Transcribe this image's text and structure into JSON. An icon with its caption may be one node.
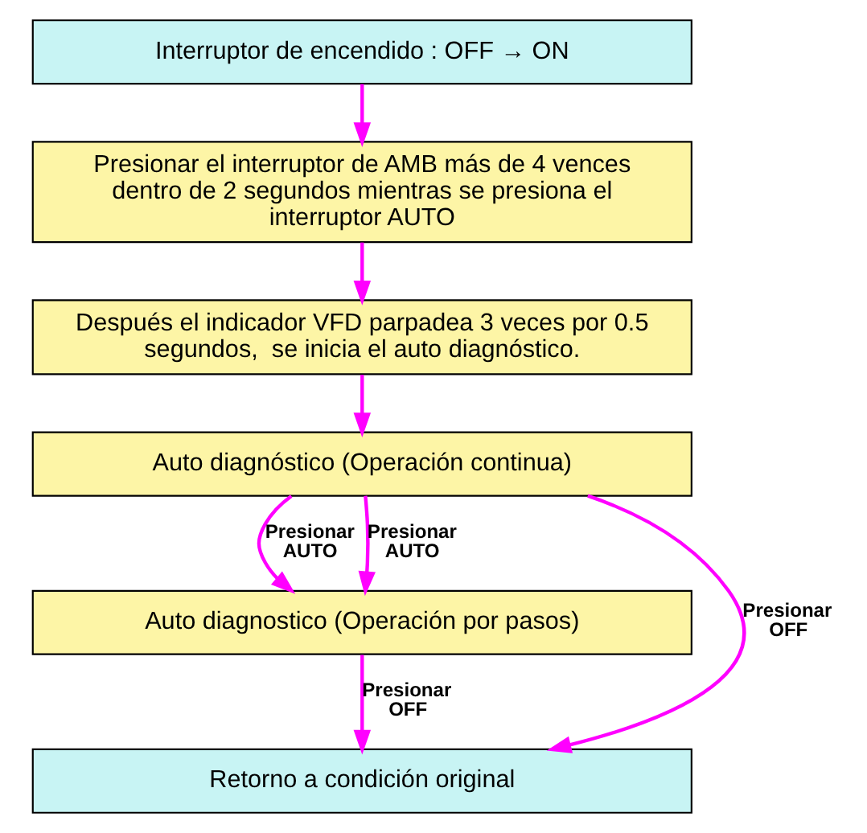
{
  "diagram": {
    "nodes": [
      {
        "text": [
          "Interruptor de encendido : OFF → ON"
        ]
      },
      {
        "text": [
          "Presionar el interruptor de AMB más de 4 vences dentro de 2 segundos mientras se presiona el interruptor AUTO"
        ]
      },
      {
        "text": [
          "Después el indicador VFD parpadea 3 veces por 0.5 segundos,  se inicia el auto diagnóstico."
        ]
      },
      {
        "text": [
          "Auto diagnóstico (Operación continua)"
        ]
      },
      {
        "text": [
          "Auto diagnostico (Operación por pasos)"
        ]
      },
      {
        "text": [
          "Retorno a condición original"
        ]
      }
    ],
    "edges": [
      {
        "from": 0,
        "to": 1,
        "arrow": "to"
      },
      {
        "from": 1,
        "to": 2,
        "arrow": "to"
      },
      {
        "from": 2,
        "to": 3,
        "arrow": "to"
      },
      {
        "from": 3,
        "to": 4,
        "arrow": "to",
        "label": "Presionar AUTO"
      },
      {
        "from": 3,
        "to": 4,
        "arrow": "to",
        "label": "Presionar AUTO"
      },
      {
        "from": 4,
        "to": 5,
        "arrow": "to",
        "label": "Presionar OFF"
      },
      {
        "from": 3,
        "to": 5,
        "arrow": "to",
        "label": "Presionar OFF"
      }
    ]
  }
}
